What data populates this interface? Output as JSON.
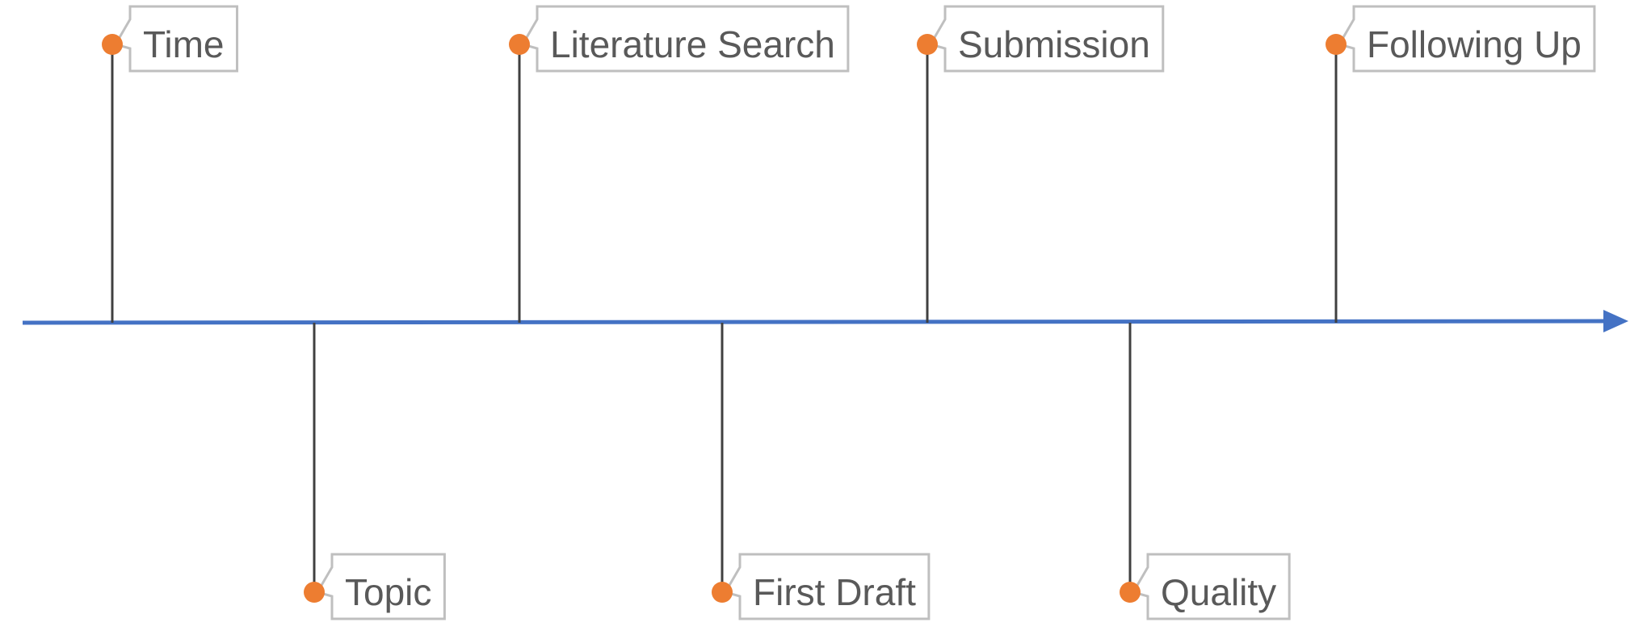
{
  "timeline": {
    "axis_color": "#4472c4",
    "dot_color": "#ed7d31",
    "stem_color": "#404040",
    "box_border_color": "#bfbfbf",
    "text_color": "#595959",
    "milestones": [
      {
        "label": "Time",
        "side": "above"
      },
      {
        "label": "Topic",
        "side": "below"
      },
      {
        "label": "Literature Search",
        "side": "above"
      },
      {
        "label": "First Draft",
        "side": "below"
      },
      {
        "label": "Submission",
        "side": "above"
      },
      {
        "label": "Quality",
        "side": "below"
      },
      {
        "label": "Following Up",
        "side": "above"
      }
    ]
  }
}
